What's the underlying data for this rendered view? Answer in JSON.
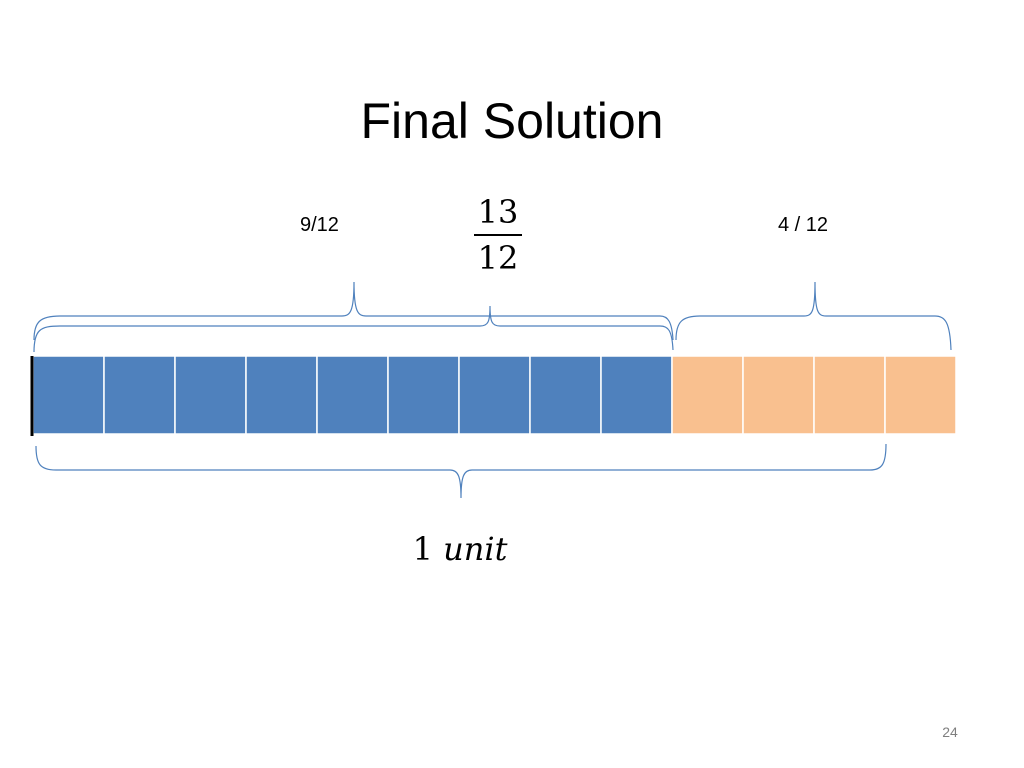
{
  "slide": {
    "title": "Final Solution",
    "page_number": "24"
  },
  "labels": {
    "left_fraction": "9/12",
    "right_fraction": "4 / 12",
    "total_numerator": "13",
    "total_denominator": "12",
    "unit_number": "1",
    "unit_word": "unit"
  },
  "diagram": {
    "filled_parts": 9,
    "extra_parts": 4,
    "parts_per_unit": 12,
    "colors": {
      "filled": "#4f81bd",
      "extra": "#f9c08f",
      "brace": "#4f81bd",
      "divider": "#ffffff"
    }
  }
}
